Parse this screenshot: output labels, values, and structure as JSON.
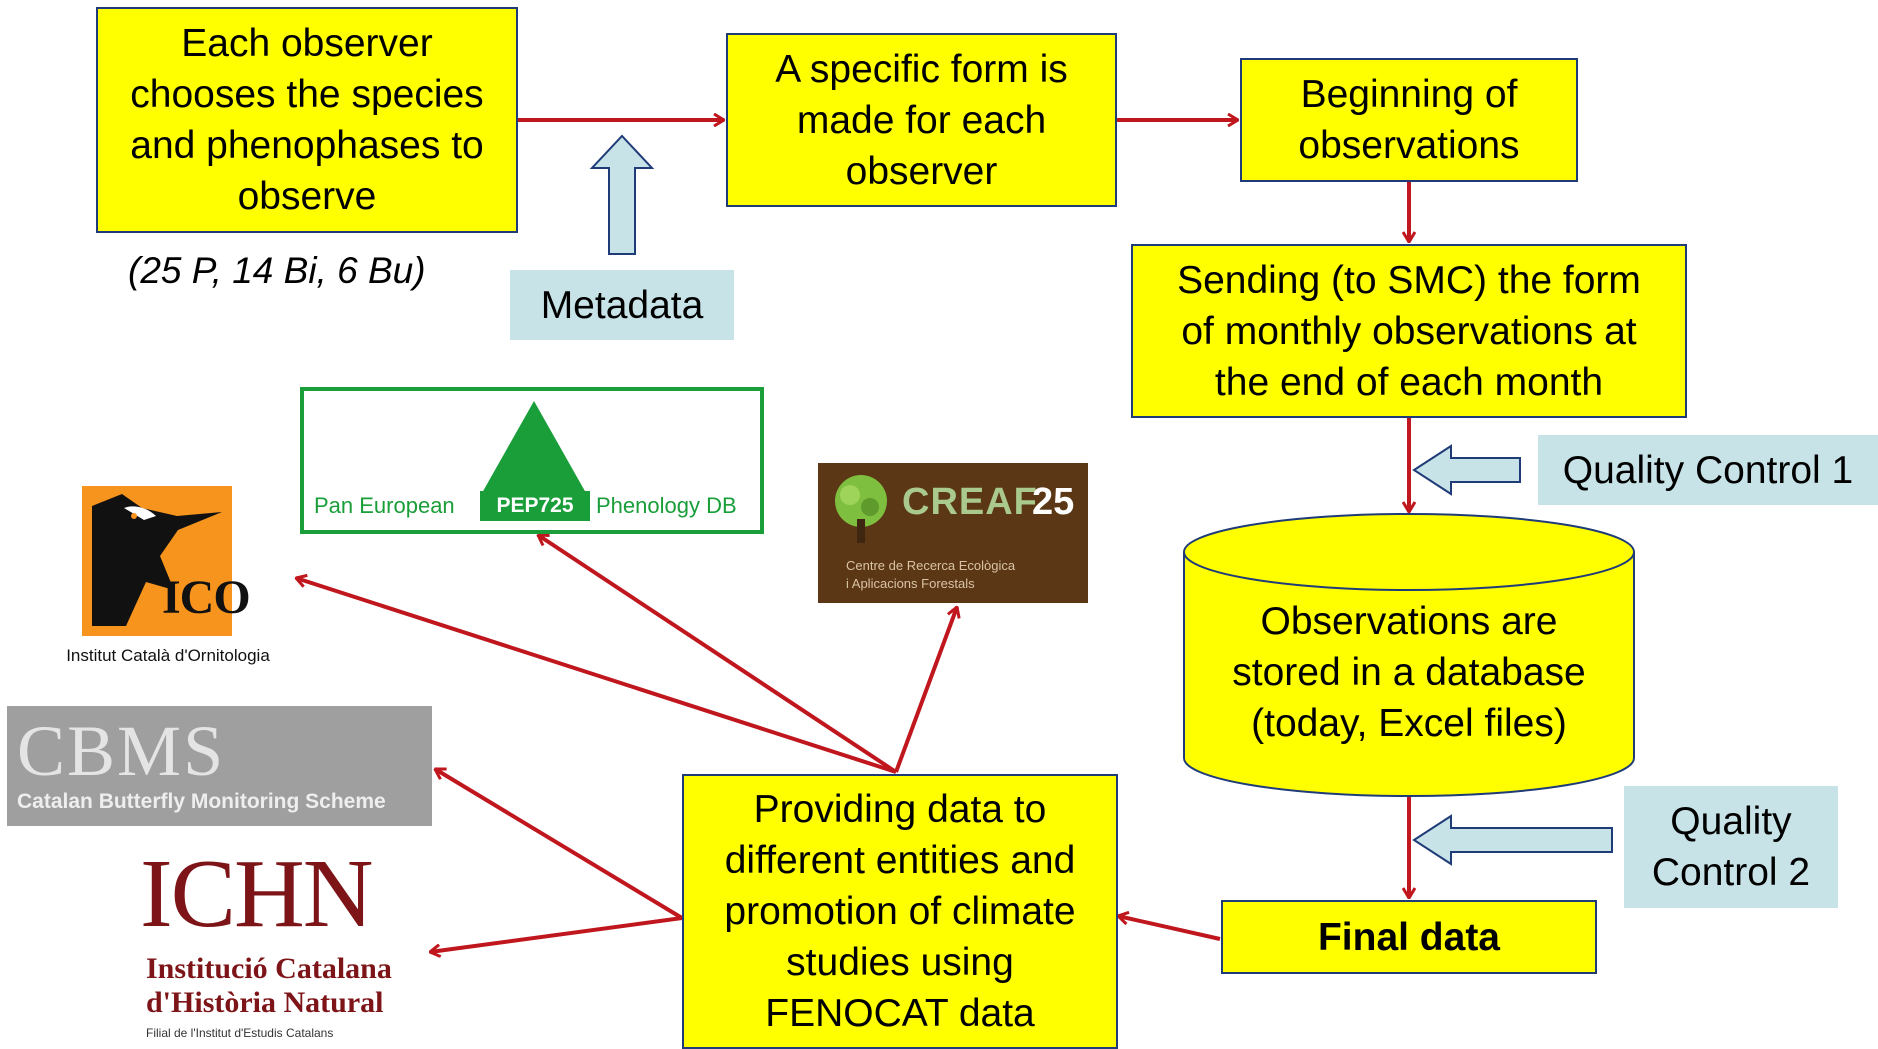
{
  "colors": {
    "process_box": "#ffff00",
    "process_border": "#1f3b78",
    "annotation_box": "#c7e3e7",
    "arrow": "#c0161d",
    "hollow_arrow_fill": "#c7e3e7",
    "pep_green": "#199e39",
    "creaf_brown": "#5b3715",
    "ico_orange": "#f7941d",
    "ichn_red": "#7d1418"
  },
  "nodes": {
    "choose_species": "Each observer\nchooses the species\nand phenophases to\nobserve",
    "specific_form": "A specific form is\nmade for each\nobserver",
    "beginning": "Beginning of\nobservations",
    "sending": "Sending (to SMC) the form\nof monthly observations at\nthe end of each month",
    "database": "Observations are\nstored in a database\n(today, Excel files)",
    "final_data": "Final data",
    "providing": "Providing data to\ndifferent entities and\npromotion of climate\nstudies using\nFENOCAT data"
  },
  "annotations": {
    "metadata": "Metadata",
    "quality_control_1": "Quality Control 1",
    "quality_control_2": "Quality\nControl 2",
    "counts": "(25 P, 14 Bi, 6 Bu)"
  },
  "logos": {
    "pep725": {
      "left": "Pan European",
      "center": "PEP725",
      "right": "Phenology DB"
    },
    "creaf": {
      "name": "CREAF",
      "anniversary": "25",
      "line1": "Centre de Recerca Ecològica",
      "line2": "i Aplicacions Forestals"
    },
    "ico": {
      "mark": "ICO",
      "caption": "Institut Català d'Ornitologia"
    },
    "cbms": {
      "mark": "CBMS",
      "caption": "Catalan Butterfly Monitoring Scheme"
    },
    "ichn": {
      "mark": "ICHN",
      "line1": "Institució Catalana",
      "line2": "d'Història Natural",
      "line3": "Filial de l'Institut d'Estudis Catalans"
    }
  }
}
